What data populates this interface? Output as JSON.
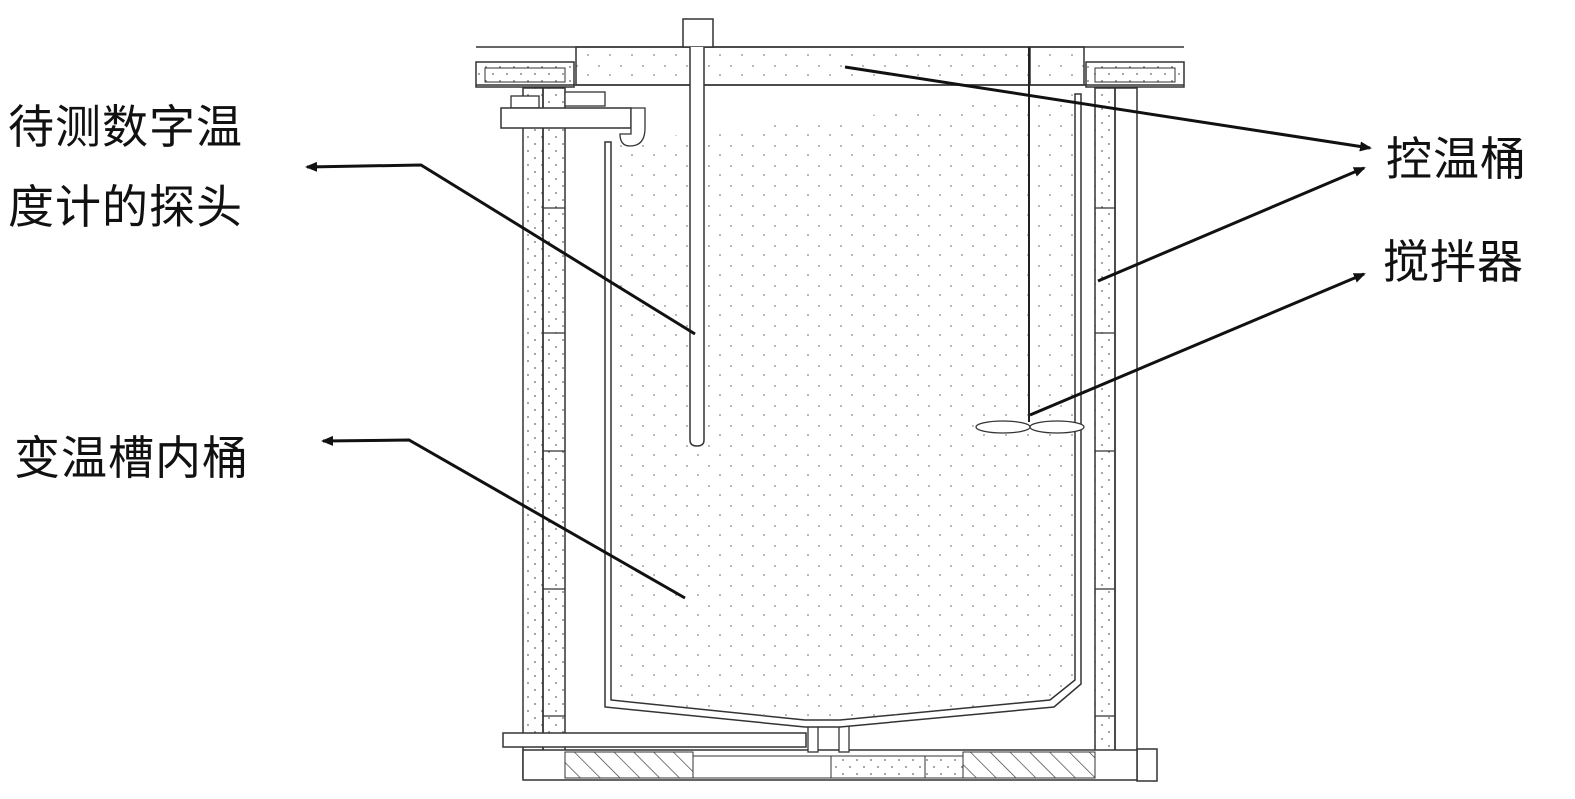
{
  "labels": {
    "probe_line1": "待测数字温",
    "probe_line2": "度计的探头",
    "inner_bucket": "变温槽内桶",
    "control_bucket": "控温桶",
    "stirrer": "搅拌器"
  },
  "colors": {
    "ink": "#111111",
    "stroke": "#333333",
    "fill_light": "#f7f7f7"
  }
}
